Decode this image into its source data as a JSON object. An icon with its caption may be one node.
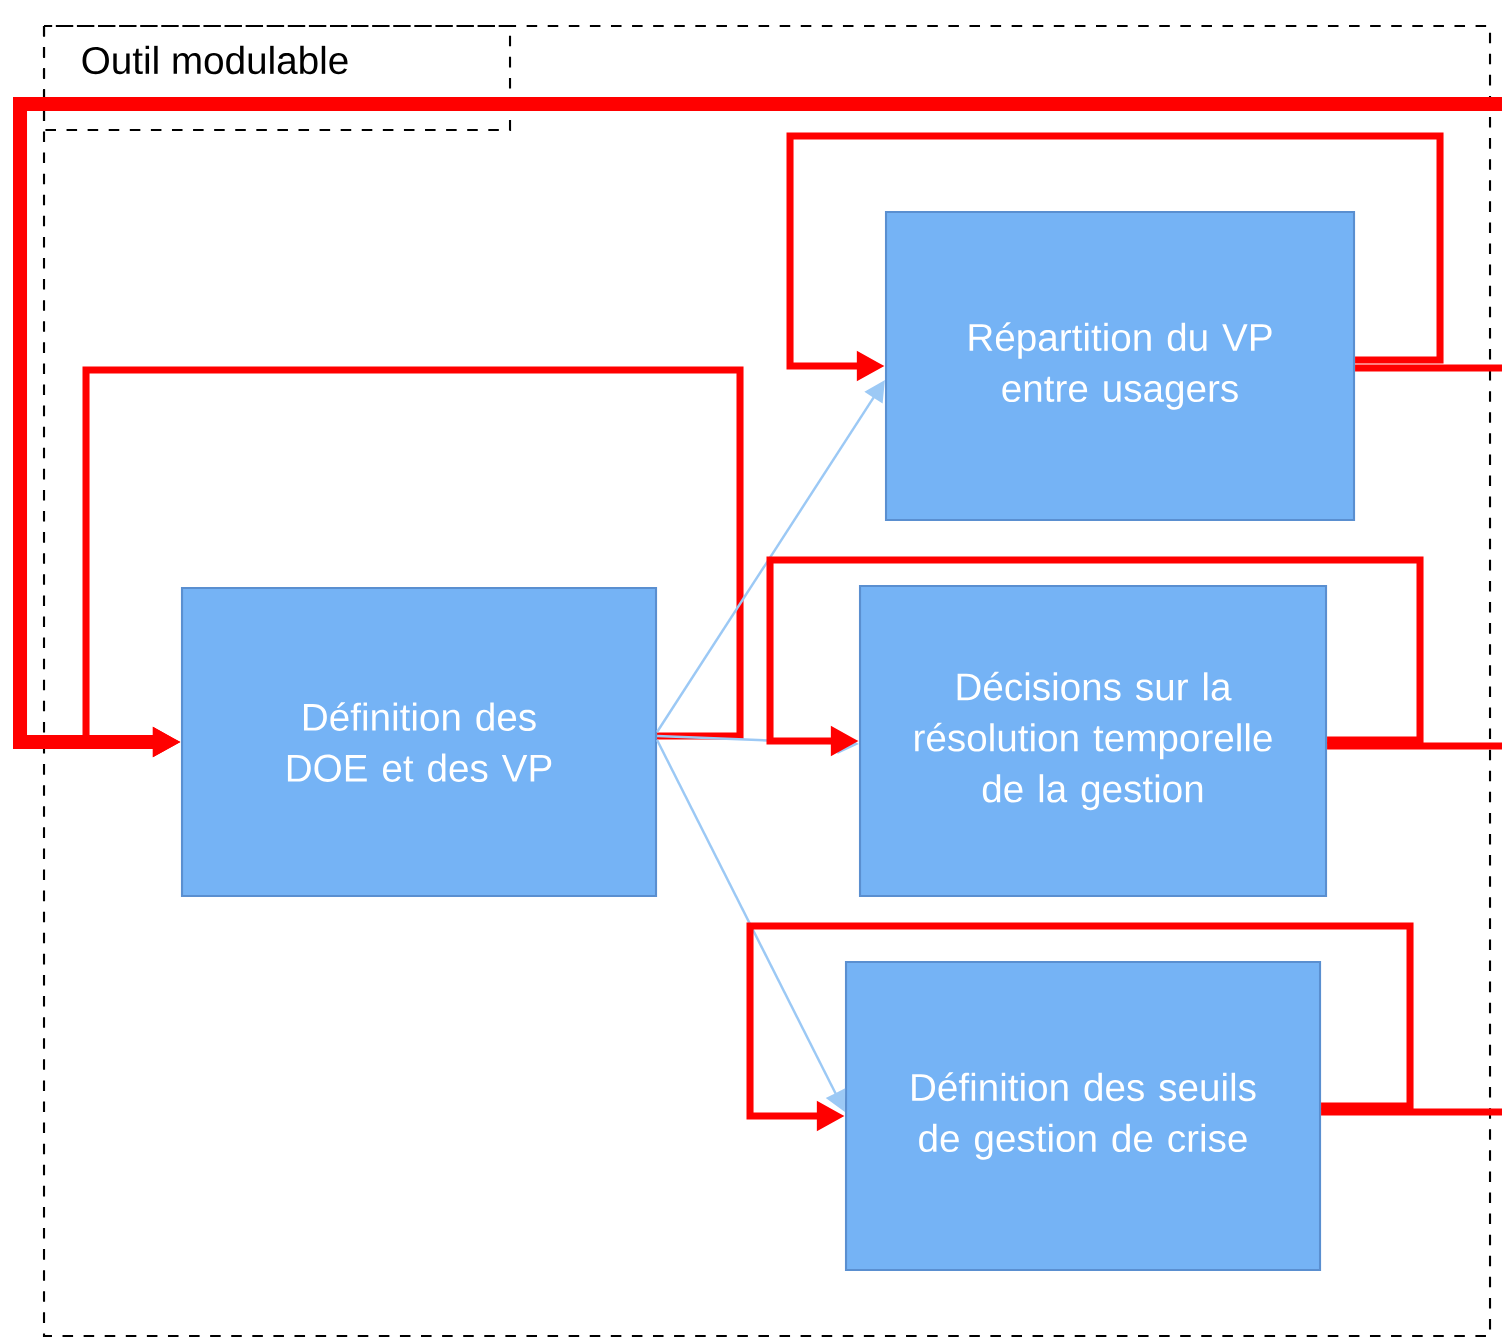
{
  "diagram": {
    "nodes": [
      {
        "text": [
          "Outil modulable"
        ]
      },
      {
        "text": [
          "Définition des DOE et des VP"
        ],
        "in": 0
      },
      {
        "text": [
          "Répartition du VP entre usagers"
        ],
        "in": 0
      },
      {
        "text": [
          "Décisions sur la résolution temporelle de la gestion"
        ],
        "in": 0
      },
      {
        "text": [
          "Définition des seuils de gestion de crise"
        ],
        "in": 0
      }
    ],
    "edges": [
      {
        "from": null,
        "to": 1,
        "arrow": "to",
        "style": "thick"
      },
      {
        "from": 1,
        "to": 1,
        "arrow": "to"
      },
      {
        "from": 1,
        "to": 2,
        "arrow": "to",
        "color": "#9cc9f5"
      },
      {
        "from": 1,
        "to": 3,
        "arrow": "to",
        "color": "#9cc9f5"
      },
      {
        "from": 1,
        "to": 4,
        "arrow": "to",
        "color": "#9cc9f5"
      },
      {
        "from": 2,
        "to": 2,
        "arrow": "to"
      },
      {
        "from": 2,
        "to": null,
        "arrow": "none"
      },
      {
        "from": 3,
        "to": 3,
        "arrow": "to"
      },
      {
        "from": 3,
        "to": null,
        "arrow": "none"
      },
      {
        "from": 4,
        "to": 4,
        "arrow": "to"
      },
      {
        "from": 4,
        "to": null,
        "arrow": "none"
      }
    ]
  }
}
